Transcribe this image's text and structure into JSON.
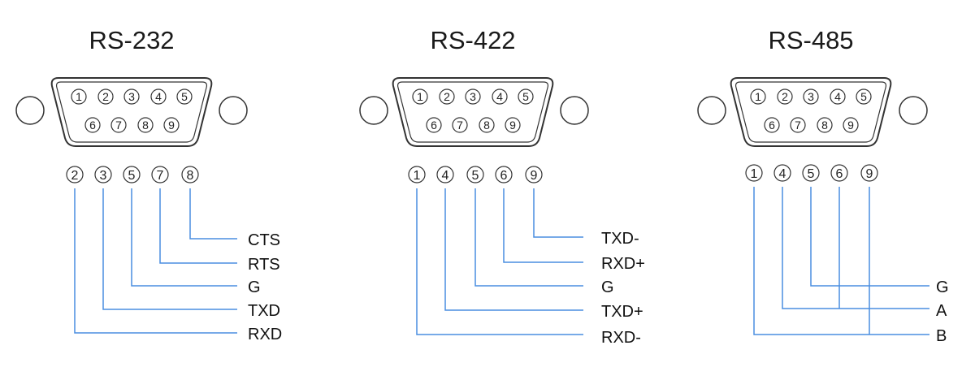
{
  "connectors": [
    {
      "title": "RS-232",
      "pins_top": [
        "1",
        "2",
        "3",
        "4",
        "5"
      ],
      "pins_bottom": [
        "6",
        "7",
        "8",
        "9"
      ],
      "wires": [
        {
          "pin": "2",
          "signal": "RXD"
        },
        {
          "pin": "3",
          "signal": "TXD"
        },
        {
          "pin": "5",
          "signal": "G"
        },
        {
          "pin": "7",
          "signal": "RTS"
        },
        {
          "pin": "8",
          "signal": "CTS"
        }
      ]
    },
    {
      "title": "RS-422",
      "pins_top": [
        "1",
        "2",
        "3",
        "4",
        "5"
      ],
      "pins_bottom": [
        "6",
        "7",
        "8",
        "9"
      ],
      "wires": [
        {
          "pin": "1",
          "signal": "RXD-"
        },
        {
          "pin": "4",
          "signal": "TXD+"
        },
        {
          "pin": "5",
          "signal": "G"
        },
        {
          "pin": "6",
          "signal": "RXD+"
        },
        {
          "pin": "9",
          "signal": "TXD-"
        }
      ]
    },
    {
      "title": "RS-485",
      "pins_top": [
        "1",
        "2",
        "3",
        "4",
        "5"
      ],
      "pins_bottom": [
        "6",
        "7",
        "8",
        "9"
      ],
      "wires": [
        {
          "pin": "1",
          "signal": ""
        },
        {
          "pin": "4",
          "signal": ""
        },
        {
          "pin": "5",
          "signal": ""
        },
        {
          "pin": "6",
          "signal": ""
        },
        {
          "pin": "9",
          "signal": ""
        }
      ],
      "signals": [
        "G",
        "A",
        "B"
      ]
    }
  ],
  "colors": {
    "wire": "#4a8ee0",
    "outline": "#333333"
  }
}
